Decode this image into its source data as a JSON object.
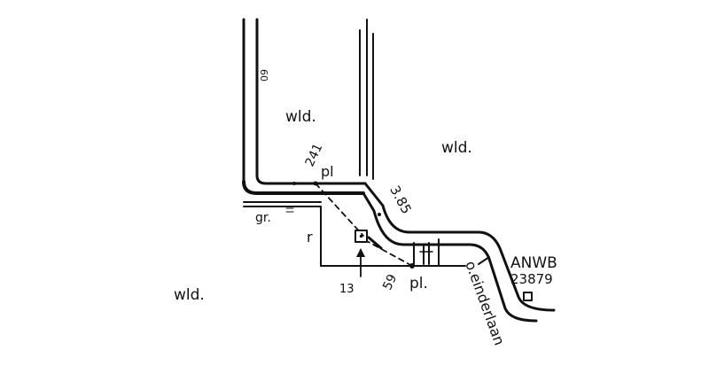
{
  "map": {
    "background_color": "#ffffff",
    "ink_color": "#111111",
    "labels": {
      "wld_top_left": "wld.",
      "wld_top_right": "wld.",
      "wld_bottom_left": "wld.",
      "bearing_top": "241",
      "pl_top": "pl",
      "dist_top": "3.85",
      "gr": "gr.",
      "r": "r",
      "num_13": "13",
      "pl_bottom": "pl.",
      "bearing_bottom": "59",
      "road_name": "o.einderlaan",
      "anwb": "ANWB",
      "anwb_number": "23879",
      "side_mark": "60"
    }
  }
}
